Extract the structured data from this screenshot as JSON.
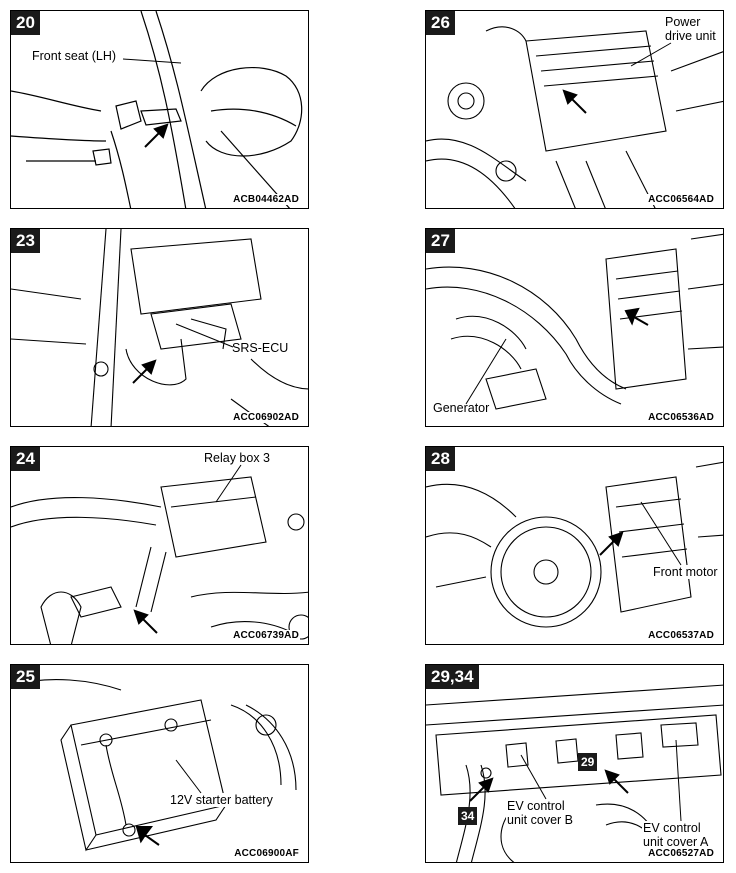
{
  "panels": [
    {
      "number": "20",
      "code": "ACB04462AD",
      "labels": [
        "Front seat (LH)"
      ]
    },
    {
      "number": "26",
      "code": "ACC06564AD",
      "labels": [
        "Power",
        "drive unit"
      ]
    },
    {
      "number": "23",
      "code": "ACC06902AD",
      "labels": [
        "SRS-ECU"
      ]
    },
    {
      "number": "27",
      "code": "ACC06536AD",
      "labels": [
        "Generator"
      ]
    },
    {
      "number": "24",
      "code": "ACC06739AD",
      "labels": [
        "Relay box 3"
      ]
    },
    {
      "number": "28",
      "code": "ACC06537AD",
      "labels": [
        "Front motor"
      ]
    },
    {
      "number": "25",
      "code": "ACC06900AF",
      "labels": [
        "12V starter battery"
      ]
    },
    {
      "number": "29,34",
      "code": "ACC06527AD",
      "labels": [
        "EV control",
        "unit cover B",
        "EV control",
        "unit cover A"
      ],
      "tags": [
        "29",
        "34"
      ]
    }
  ],
  "icons": {
    "arrow": "pointer-arrow-icon"
  },
  "colors": {
    "ink": "#000000",
    "tag_bg": "#1a1a1a",
    "paper": "#ffffff"
  }
}
